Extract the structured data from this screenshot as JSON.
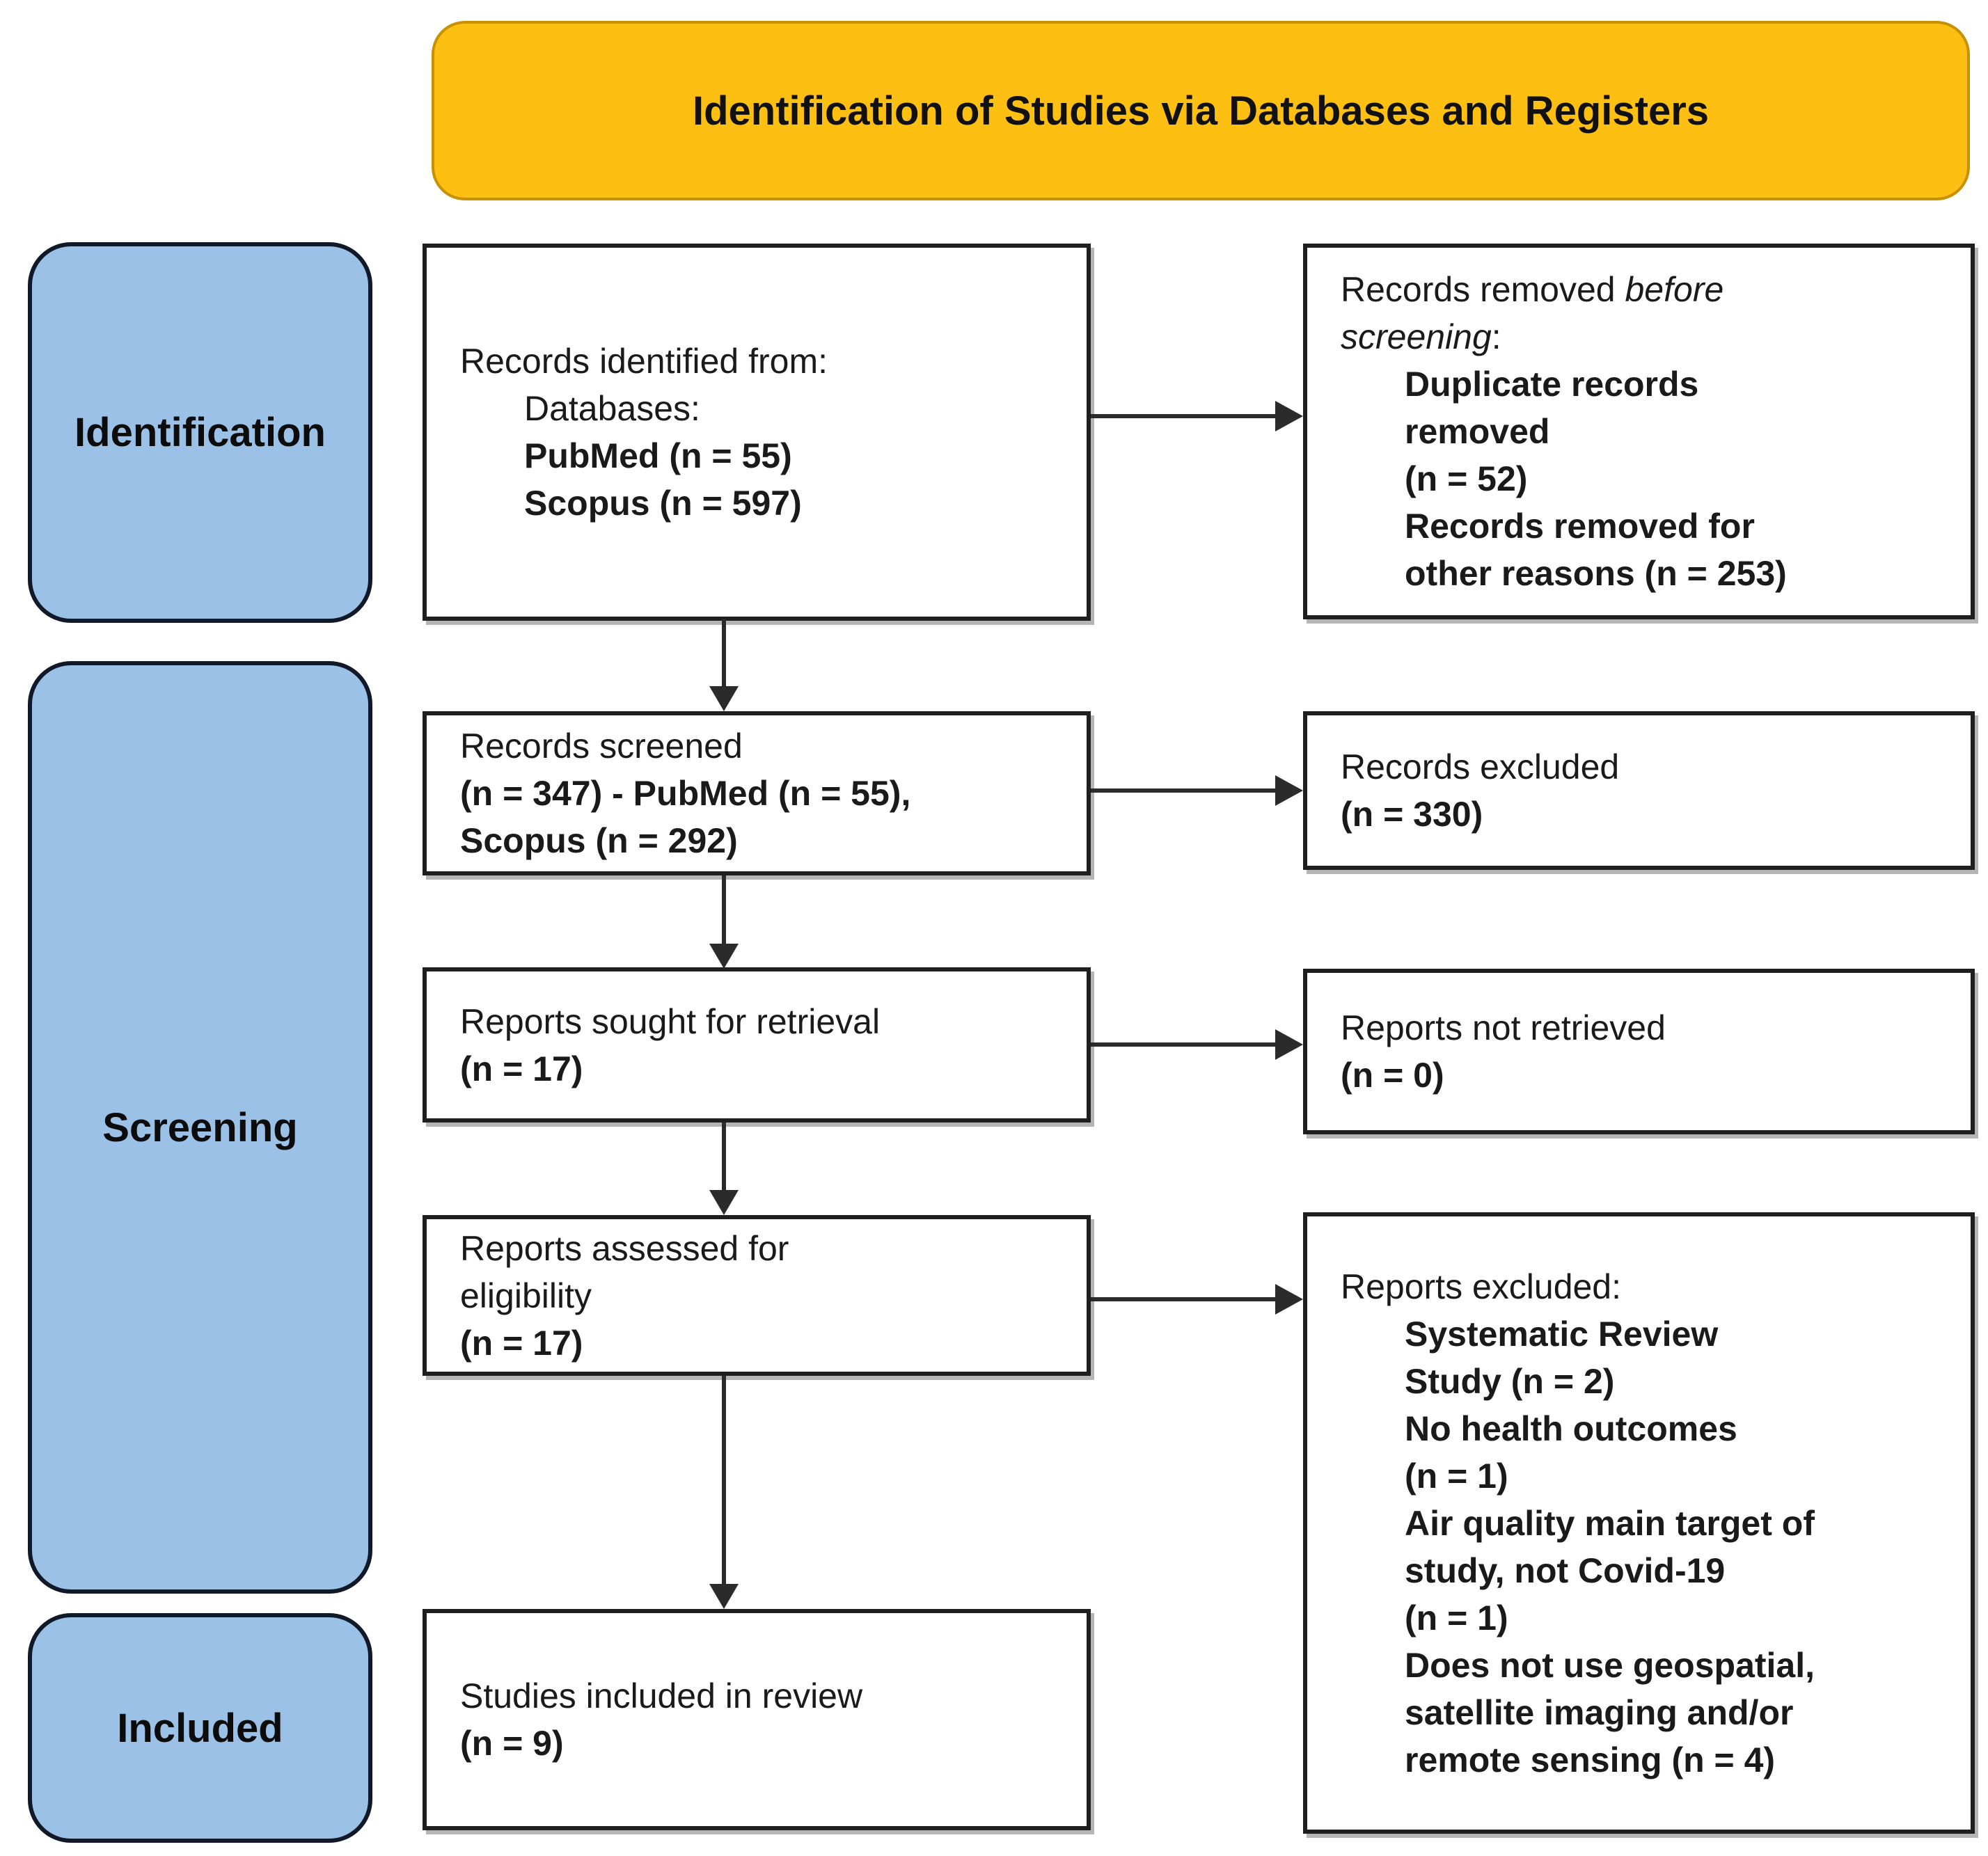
{
  "banner": {
    "title": "Identification of Studies via Databases and Registers"
  },
  "sidebar": {
    "identification": "Identification",
    "screening": "Screening",
    "included": "Included"
  },
  "boxes": {
    "records_identified": {
      "intro": "Records identified from:",
      "databases_label": "Databases:",
      "pubmed": "PubMed (n = 55)",
      "scopus": "Scopus (n = 597)"
    },
    "records_removed": {
      "line1_regular": "Records removed ",
      "line1_italic": "before",
      "line2_italic": "screening",
      "line2_suffix": ":",
      "duplicate_l1": "Duplicate records",
      "duplicate_l2": "removed",
      "duplicate_l3": "(n = 52)",
      "other_l1": "Records removed for",
      "other_l2": "other reasons (n = 253)"
    },
    "records_screened": {
      "l1": "Records screened",
      "l2": "(n = 347) - PubMed (n = 55),",
      "l3": "Scopus (n = 292)"
    },
    "records_excluded": {
      "l1": "Records excluded",
      "l2": "(n = 330)"
    },
    "reports_sought": {
      "l1": "Reports sought for retrieval",
      "l2": "(n = 17)"
    },
    "reports_not_retrieved": {
      "l1": "Reports not retrieved",
      "l2": "(n = 0)"
    },
    "reports_assessed": {
      "l1": "Reports assessed for",
      "l2": "eligibility",
      "l3": "(n = 17)"
    },
    "reports_excluded": {
      "header": "Reports excluded:",
      "reason1_l1": "Systematic Review",
      "reason1_l2": "Study (n = 2)",
      "reason2_l1": "No health outcomes",
      "reason2_l2": "(n = 1)",
      "reason3_l1": "Air quality main target of",
      "reason3_l2": "study, not Covid-19",
      "reason3_l3": "(n = 1)",
      "reason4_l1": "Does not use geospatial,",
      "reason4_l2": "satellite imaging and/or",
      "reason4_l3": "remote sensing (n = 4)"
    },
    "studies_included": {
      "l1": "Studies included in review",
      "l2": "(n = 9)"
    }
  },
  "colors": {
    "banner_bg": "#FCBF12",
    "stage_bg": "#9BC2E6",
    "line": "#2B2B2B"
  }
}
